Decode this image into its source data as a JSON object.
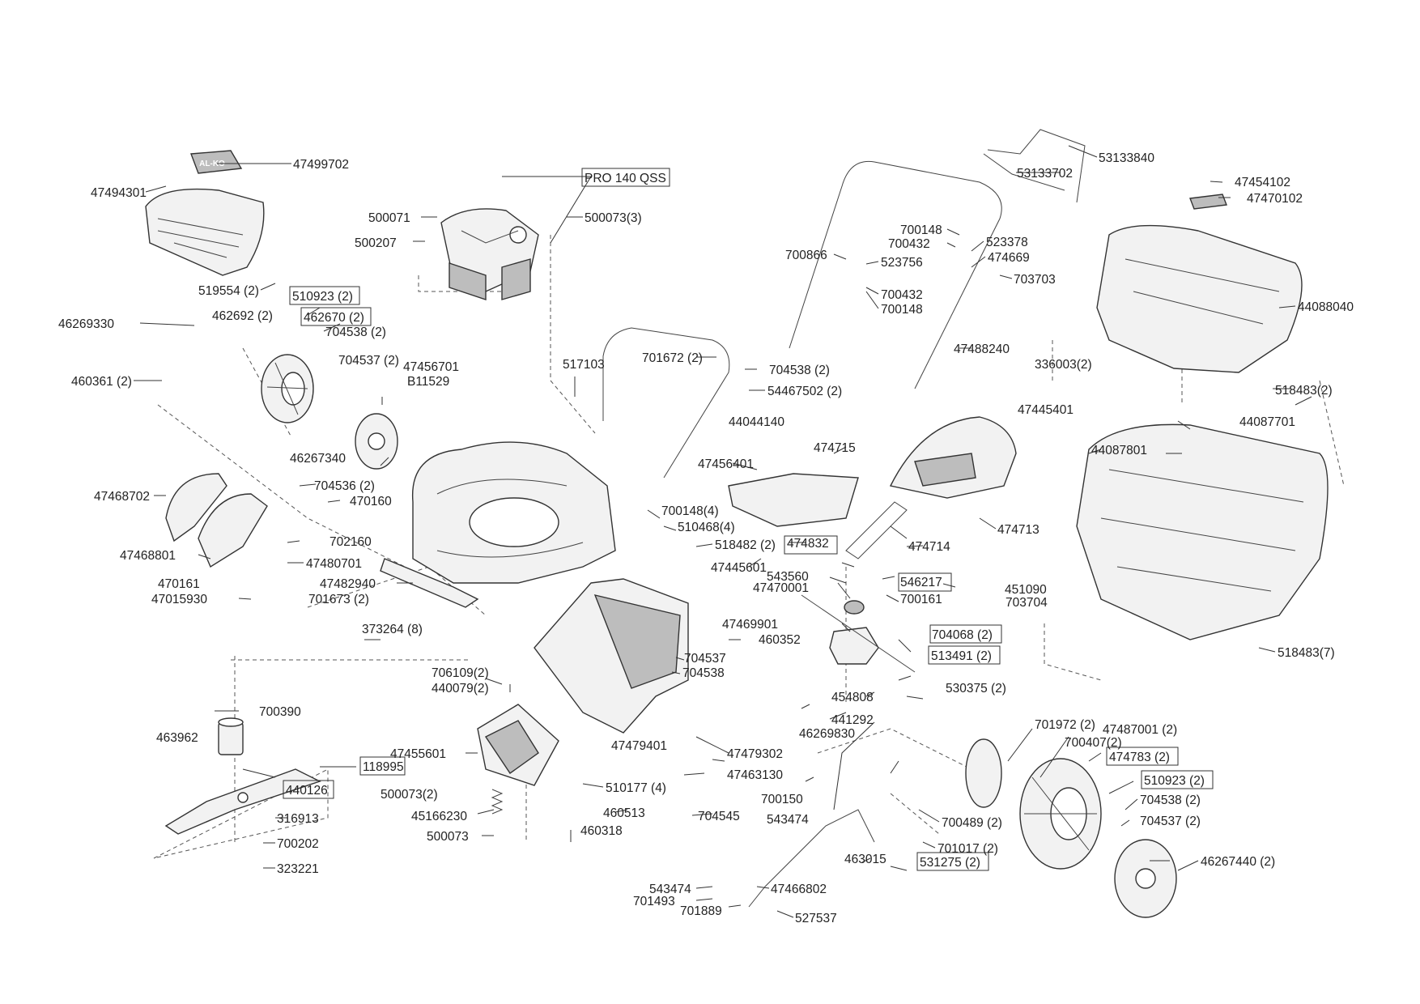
{
  "diagram": {
    "title": "Lawn mower exploded parts diagram",
    "parts": [
      {
        "id": "p47499702",
        "label": "47499702"
      },
      {
        "id": "p47494301",
        "label": "47494301"
      },
      {
        "id": "pPRO140",
        "label": "PRO 140 QSS",
        "boxed": true
      },
      {
        "id": "p500071",
        "label": "500071"
      },
      {
        "id": "p500073_3",
        "label": "500073(3)"
      },
      {
        "id": "p500207",
        "label": "500207"
      },
      {
        "id": "p53133840",
        "label": "53133840"
      },
      {
        "id": "p53133702",
        "label": "53133702"
      },
      {
        "id": "p47454102",
        "label": "47454102"
      },
      {
        "id": "p47470102",
        "label": "47470102"
      },
      {
        "id": "p700148a",
        "label": "700148"
      },
      {
        "id": "p700432a",
        "label": "700432"
      },
      {
        "id": "p523378",
        "label": "523378"
      },
      {
        "id": "p474669",
        "label": "474669"
      },
      {
        "id": "p700866",
        "label": "700866"
      },
      {
        "id": "p523756",
        "label": "523756"
      },
      {
        "id": "p703703",
        "label": "703703"
      },
      {
        "id": "p700432b",
        "label": "700432"
      },
      {
        "id": "p700148b",
        "label": "700148"
      },
      {
        "id": "p44088040",
        "label": "44088040"
      },
      {
        "id": "p519554",
        "label": "519554 (2)"
      },
      {
        "id": "p510923a",
        "label": "510923 (2)",
        "boxed": true
      },
      {
        "id": "p462692",
        "label": "462692 (2)"
      },
      {
        "id": "p462670",
        "label": "462670 (2)",
        "boxed": true
      },
      {
        "id": "p46269330",
        "label": "46269330"
      },
      {
        "id": "p704538a",
        "label": "704538 (2)"
      },
      {
        "id": "p704537a",
        "label": "704537 (2)"
      },
      {
        "id": "p47456701",
        "label": "47456701"
      },
      {
        "id": "pB11529",
        "label": "B11529"
      },
      {
        "id": "p460361",
        "label": "460361 (2)"
      },
      {
        "id": "p517103",
        "label": "517103"
      },
      {
        "id": "p701672",
        "label": "701672 (2)"
      },
      {
        "id": "p704538b",
        "label": "704538 (2)"
      },
      {
        "id": "p54467502",
        "label": "54467502 (2)"
      },
      {
        "id": "p47488240",
        "label": "47488240"
      },
      {
        "id": "p336003",
        "label": "336003(2)"
      },
      {
        "id": "p518483a",
        "label": "518483(2)"
      },
      {
        "id": "p44044140",
        "label": "44044140"
      },
      {
        "id": "p47445401",
        "label": "47445401"
      },
      {
        "id": "p44087701",
        "label": "44087701"
      },
      {
        "id": "p44087801",
        "label": "44087801"
      },
      {
        "id": "p46267340",
        "label": "46267340"
      },
      {
        "id": "p474715",
        "label": "474715"
      },
      {
        "id": "p47456401",
        "label": "47456401"
      },
      {
        "id": "p704536",
        "label": "704536 (2)"
      },
      {
        "id": "p47468702",
        "label": "47468702"
      },
      {
        "id": "p470160",
        "label": "470160"
      },
      {
        "id": "p700148_4",
        "label": "700148(4)"
      },
      {
        "id": "p510468",
        "label": "510468(4)"
      },
      {
        "id": "p474713",
        "label": "474713"
      },
      {
        "id": "p702160",
        "label": "702160"
      },
      {
        "id": "p518482",
        "label": "518482 (2)"
      },
      {
        "id": "p474832",
        "label": "474832",
        "boxed": true
      },
      {
        "id": "p474714",
        "label": "474714"
      },
      {
        "id": "p47468801",
        "label": "47468801"
      },
      {
        "id": "p47480701",
        "label": "47480701"
      },
      {
        "id": "p47445601",
        "label": "47445601"
      },
      {
        "id": "p543560",
        "label": "543560"
      },
      {
        "id": "p470161",
        "label": "470161"
      },
      {
        "id": "p47482940",
        "label": "47482940"
      },
      {
        "id": "p47470001",
        "label": "47470001"
      },
      {
        "id": "p546217",
        "label": "546217",
        "boxed": true
      },
      {
        "id": "p451090",
        "label": "451090"
      },
      {
        "id": "p47015930",
        "label": "47015930"
      },
      {
        "id": "p701673",
        "label": "701673 (2)"
      },
      {
        "id": "p700161",
        "label": "700161"
      },
      {
        "id": "p703704",
        "label": "703704"
      },
      {
        "id": "p373264",
        "label": "373264 (8)"
      },
      {
        "id": "p47469901",
        "label": "47469901"
      },
      {
        "id": "p460352",
        "label": "460352"
      },
      {
        "id": "p704068",
        "label": "704068 (2)",
        "boxed": true
      },
      {
        "id": "p518483b",
        "label": "518483(7)"
      },
      {
        "id": "p513491",
        "label": "513491 (2)",
        "boxed": true
      },
      {
        "id": "p704537b",
        "label": "704537"
      },
      {
        "id": "p706109",
        "label": "706109(2)"
      },
      {
        "id": "p704538c",
        "label": "704538"
      },
      {
        "id": "p440079",
        "label": "440079(2)"
      },
      {
        "id": "p530375",
        "label": "530375 (2)"
      },
      {
        "id": "p454808",
        "label": "454808"
      },
      {
        "id": "p700390",
        "label": "700390"
      },
      {
        "id": "p441292",
        "label": "441292"
      },
      {
        "id": "p46269830",
        "label": "46269830"
      },
      {
        "id": "p701972",
        "label": "701972 (2)"
      },
      {
        "id": "p463962",
        "label": "463962"
      },
      {
        "id": "p47487001",
        "label": "47487001 (2)"
      },
      {
        "id": "p700407",
        "label": "700407(2)"
      },
      {
        "id": "p47455601",
        "label": "47455601"
      },
      {
        "id": "p47479401",
        "label": "47479401"
      },
      {
        "id": "p47479302",
        "label": "47479302"
      },
      {
        "id": "p474783",
        "label": "474783 (2)",
        "boxed": true
      },
      {
        "id": "p118995",
        "label": "118995",
        "boxed": true
      },
      {
        "id": "p47463130",
        "label": "47463130"
      },
      {
        "id": "p510923b",
        "label": "510923 (2)",
        "boxed": true
      },
      {
        "id": "p440126",
        "label": "440126",
        "boxed": true
      },
      {
        "id": "p500073_2",
        "label": "500073(2)"
      },
      {
        "id": "p510177",
        "label": "510177 (4)"
      },
      {
        "id": "p700150",
        "label": "700150"
      },
      {
        "id": "p704538d",
        "label": "704538 (2)"
      },
      {
        "id": "p460513",
        "label": "460513"
      },
      {
        "id": "p704545",
        "label": "704545"
      },
      {
        "id": "p543474a",
        "label": "543474"
      },
      {
        "id": "p45166230",
        "label": "45166230"
      },
      {
        "id": "p704537c",
        "label": "704537 (2)"
      },
      {
        "id": "p316913",
        "label": "316913"
      },
      {
        "id": "p700489",
        "label": "700489 (2)"
      },
      {
        "id": "p500073",
        "label": "500073"
      },
      {
        "id": "p460318",
        "label": "460318"
      },
      {
        "id": "p700202",
        "label": "700202"
      },
      {
        "id": "p701017",
        "label": "701017 (2)"
      },
      {
        "id": "p46267440",
        "label": "46267440 (2)"
      },
      {
        "id": "p463015",
        "label": "463015"
      },
      {
        "id": "p323221",
        "label": "323221"
      },
      {
        "id": "p531275",
        "label": "531275 (2)",
        "boxed": true
      },
      {
        "id": "p543474b",
        "label": "543474"
      },
      {
        "id": "p47466802",
        "label": "47466802"
      },
      {
        "id": "p701493",
        "label": "701493"
      },
      {
        "id": "p701889",
        "label": "701889"
      },
      {
        "id": "p527537",
        "label": "527537"
      }
    ]
  }
}
